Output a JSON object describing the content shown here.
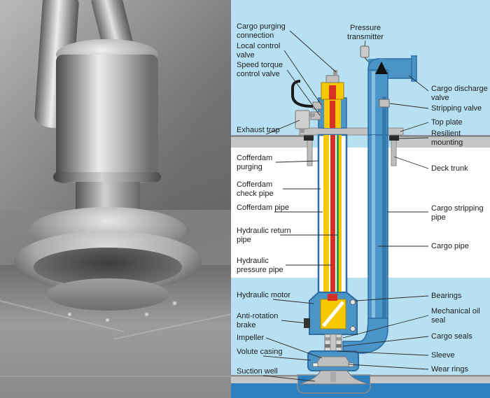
{
  "figure": {
    "left_panel": "photograph of submerged cargo pump installed in tank",
    "right_panel": "cutaway diagram of deck-mounted submerged cargo pump system"
  },
  "labels": {
    "left": [
      "Cargo purging connection",
      "Local control valve",
      "Speed torque control valve",
      "Exhaust trap",
      "Cofferdam purging",
      "Cofferdam check pipe",
      "Cofferdam pipe",
      "Hydraulic return pipe",
      "Hydraulic pressure pipe",
      "Hydraulic motor",
      "Anti-rotation brake",
      "Impeller",
      "Volute casing",
      "Suction well"
    ],
    "top": [
      "Pressure transmitter"
    ],
    "right": [
      "Cargo discharge valve",
      "Stripping valve",
      "Top plate",
      "Resilient mounting",
      "Deck trunk",
      "Cargo stripping pipe",
      "Cargo pipe",
      "Bearings",
      "Mechanical oil seal",
      "Cargo seals",
      "Sleeve",
      "Wear rings"
    ]
  },
  "colors": {
    "panel_background_blue": "#b7e1f2",
    "below_deck_white": "#ffffff",
    "cargo_pipe_blue": "#4a94c8",
    "pipe_outline_blue": "#2e6da4",
    "hydraulic_oil_yellow": "#f6c800",
    "pressure_pipe_red": "#d93025",
    "return_pipe_green": "#2f9e44",
    "deck_gray": "#c6c6c6",
    "liquid_blue": "#2f80bf",
    "label_text": "#1c1c1c"
  }
}
